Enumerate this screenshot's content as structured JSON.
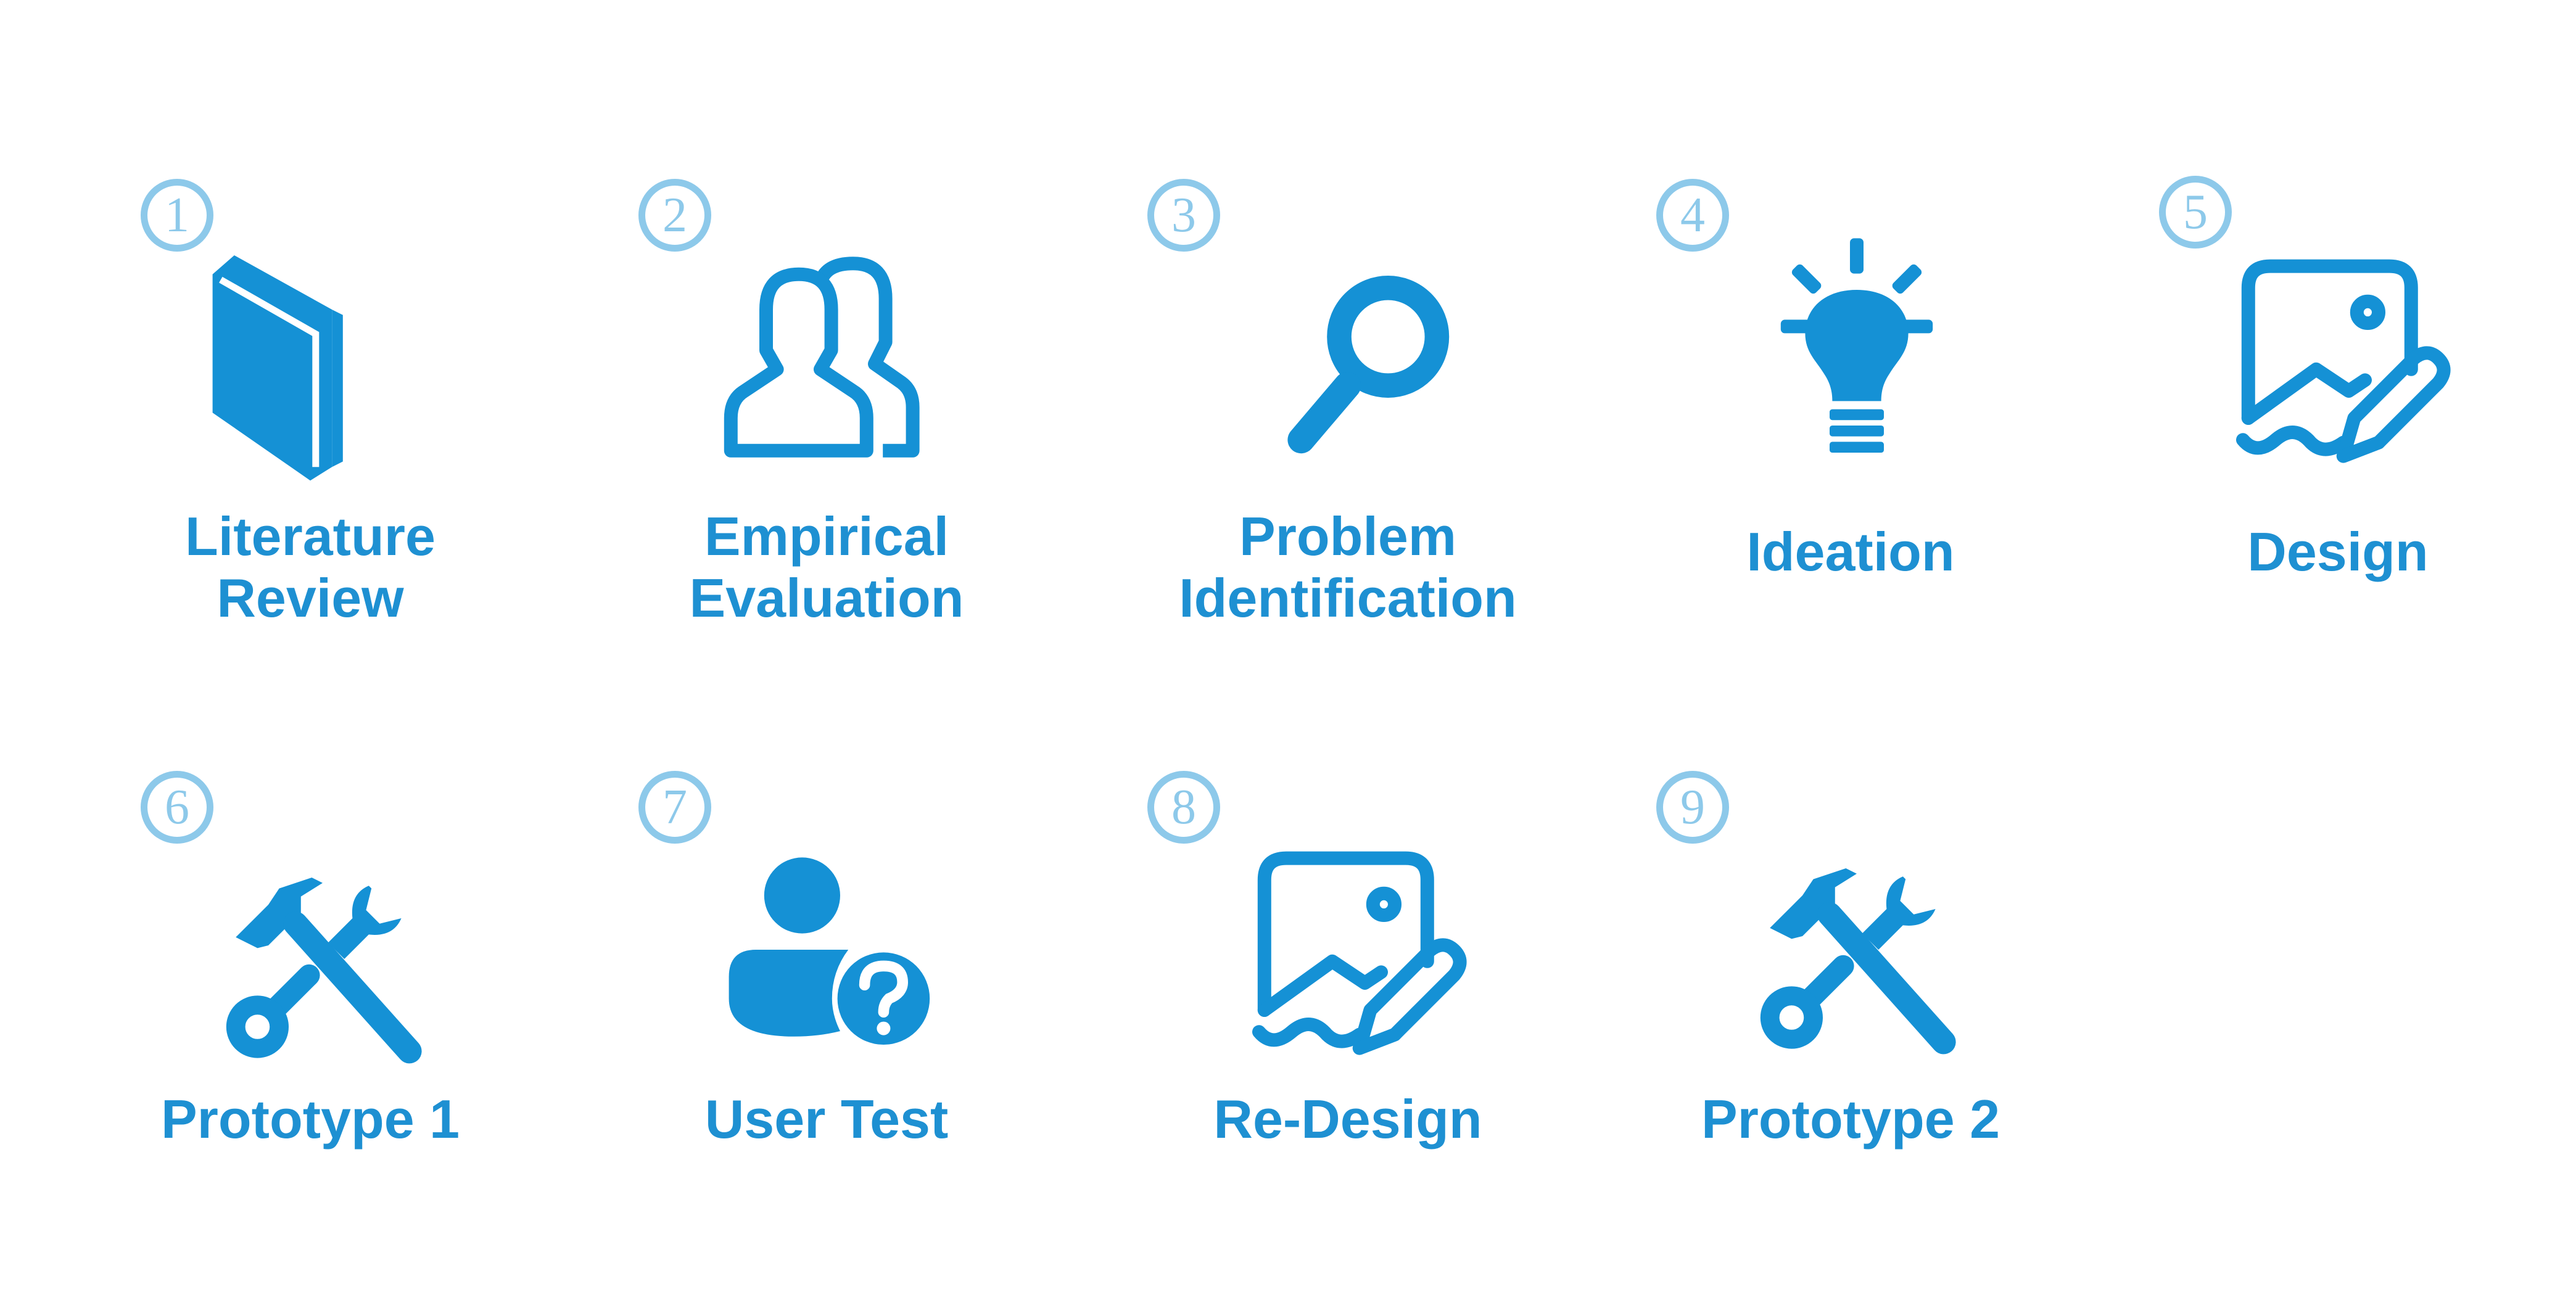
{
  "steps": [
    {
      "number": "1",
      "label_lines": [
        "Literature",
        "Review"
      ],
      "icon": "book-icon"
    },
    {
      "number": "2",
      "label_lines": [
        "Empirical",
        "Evaluation"
      ],
      "icon": "users-icon"
    },
    {
      "number": "3",
      "label_lines": [
        "Problem",
        "Identification"
      ],
      "icon": "search-icon"
    },
    {
      "number": "4",
      "label_lines": [
        "Ideation"
      ],
      "icon": "lightbulb-icon"
    },
    {
      "number": "5",
      "label_lines": [
        "Design"
      ],
      "icon": "image-edit-icon"
    },
    {
      "number": "6",
      "label_lines": [
        "Prototype 1"
      ],
      "icon": "tools-icon"
    },
    {
      "number": "7",
      "label_lines": [
        "User Test"
      ],
      "icon": "person-question-icon"
    },
    {
      "number": "8",
      "label_lines": [
        "Re-Design"
      ],
      "icon": "image-edit-icon"
    },
    {
      "number": "9",
      "label_lines": [
        "Prototype 2"
      ],
      "icon": "tools-icon"
    }
  ],
  "colors": {
    "icon": "#1591D5",
    "badge": "#8DC9EA",
    "label": "#1E90D2"
  }
}
